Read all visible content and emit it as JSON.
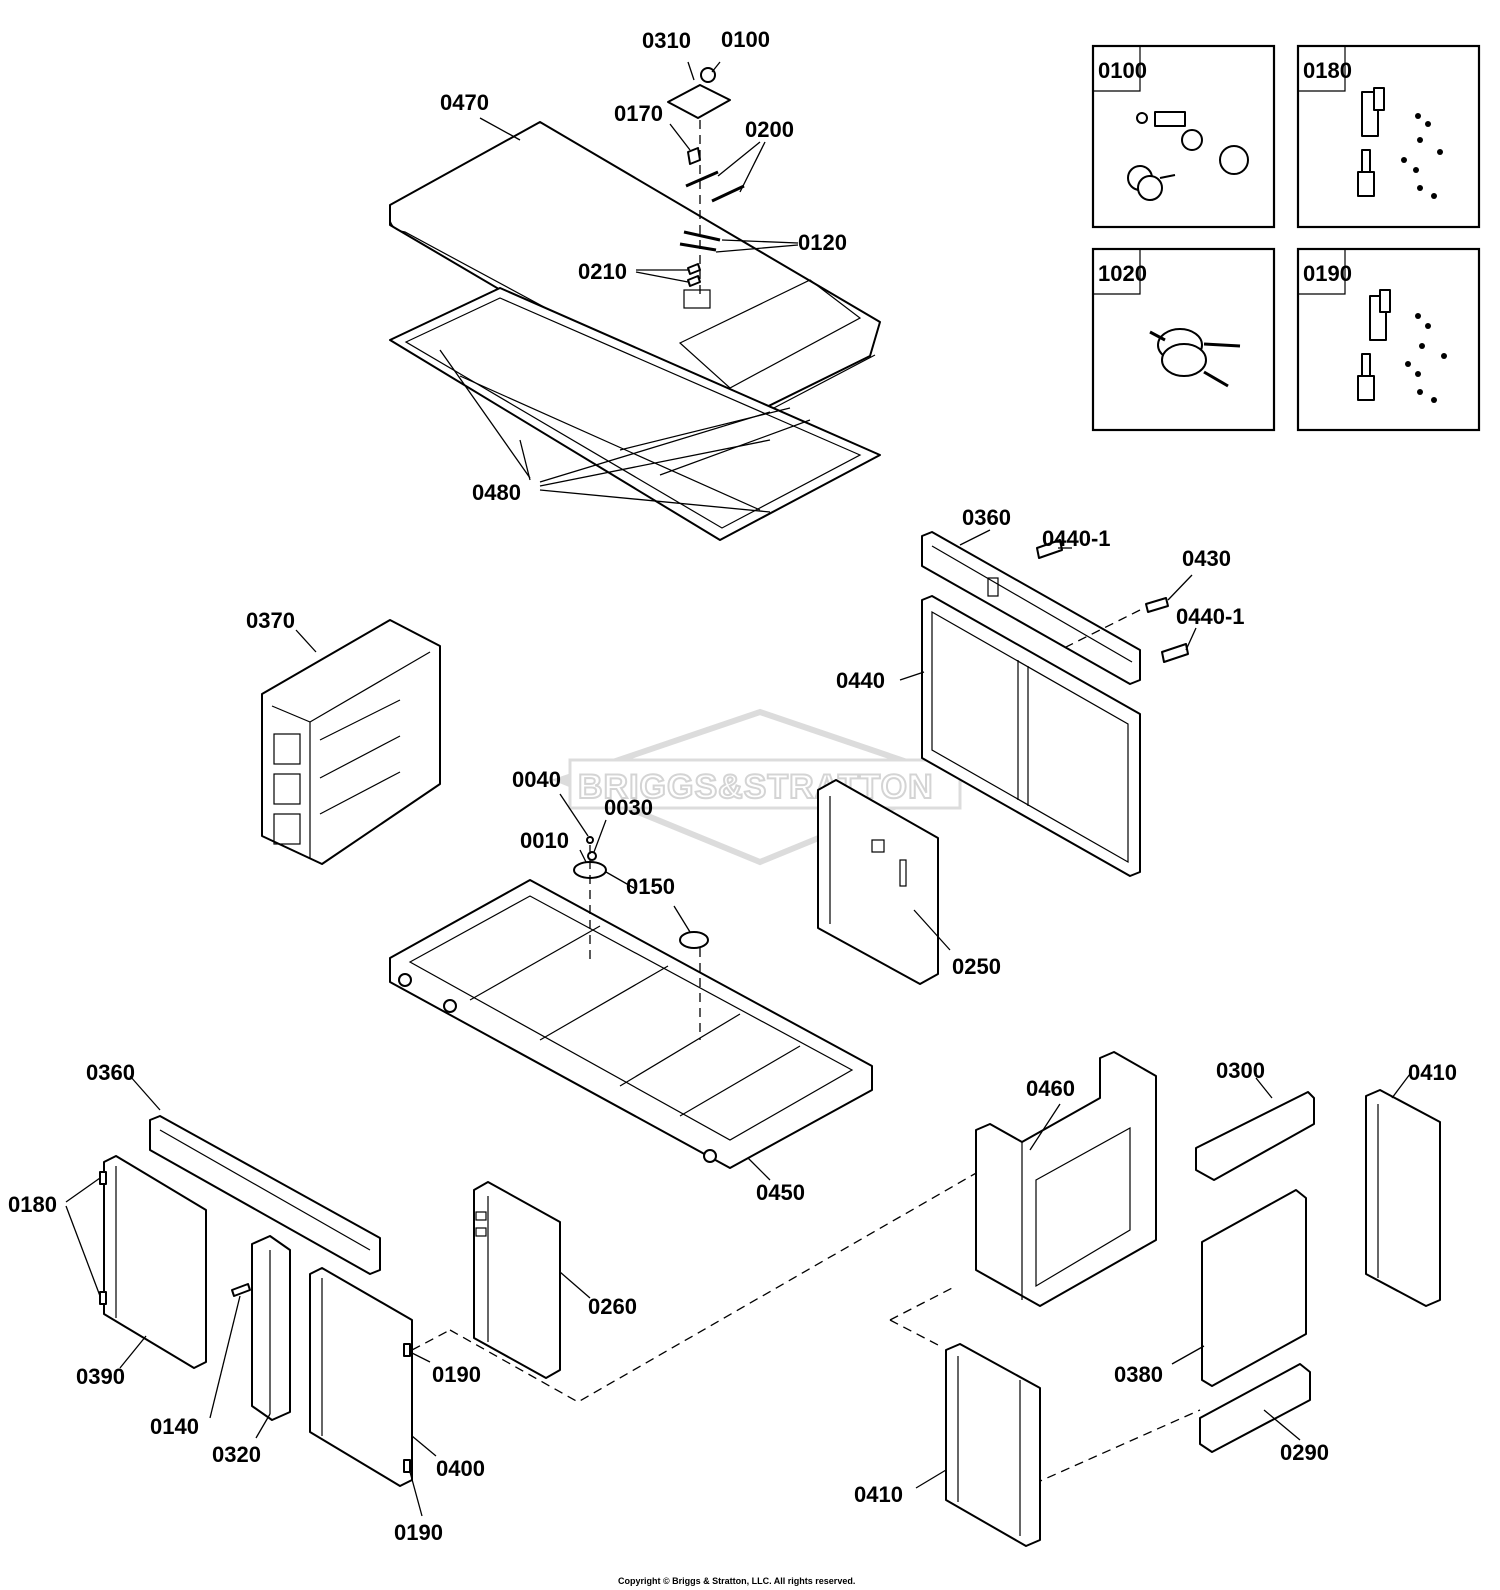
{
  "labels": {
    "p0310": "0310",
    "p0100": "0100",
    "p0470": "0470",
    "p0170": "0170",
    "p0200": "0200",
    "p0120": "0120",
    "p0210": "0210",
    "p0480": "0480",
    "p0360_top": "0360",
    "p0440_1_a": "0440-1",
    "p0430": "0430",
    "p0440_1_b": "0440-1",
    "p0440": "0440",
    "p0370": "0370",
    "p0040": "0040",
    "p0030": "0030",
    "p0010": "0010",
    "p0150": "0150",
    "p0250": "0250",
    "p0450": "0450",
    "p0360_bottom": "0360",
    "p0180": "0180",
    "p0390": "0390",
    "p0140": "0140",
    "p0320": "0320",
    "p0190_a": "0190",
    "p0400": "0400",
    "p0190_b": "0190",
    "p0260": "0260",
    "p0460": "0460",
    "p0300": "0300",
    "p0410_a": "0410",
    "p0380": "0380",
    "p0290": "0290",
    "p0410_b": "0410"
  },
  "insets": [
    {
      "label": "0100",
      "icon": "lock-cam-kit-icon"
    },
    {
      "label": "0180",
      "icon": "hinge-kit-icon"
    },
    {
      "label": "1020",
      "icon": "key-ring-icon"
    },
    {
      "label": "0190",
      "icon": "hinge-kit-icon"
    }
  ],
  "watermark": "BRIGGS&STRATTON",
  "copyright": "Copyright © Briggs & Stratton, LLC. All rights reserved."
}
